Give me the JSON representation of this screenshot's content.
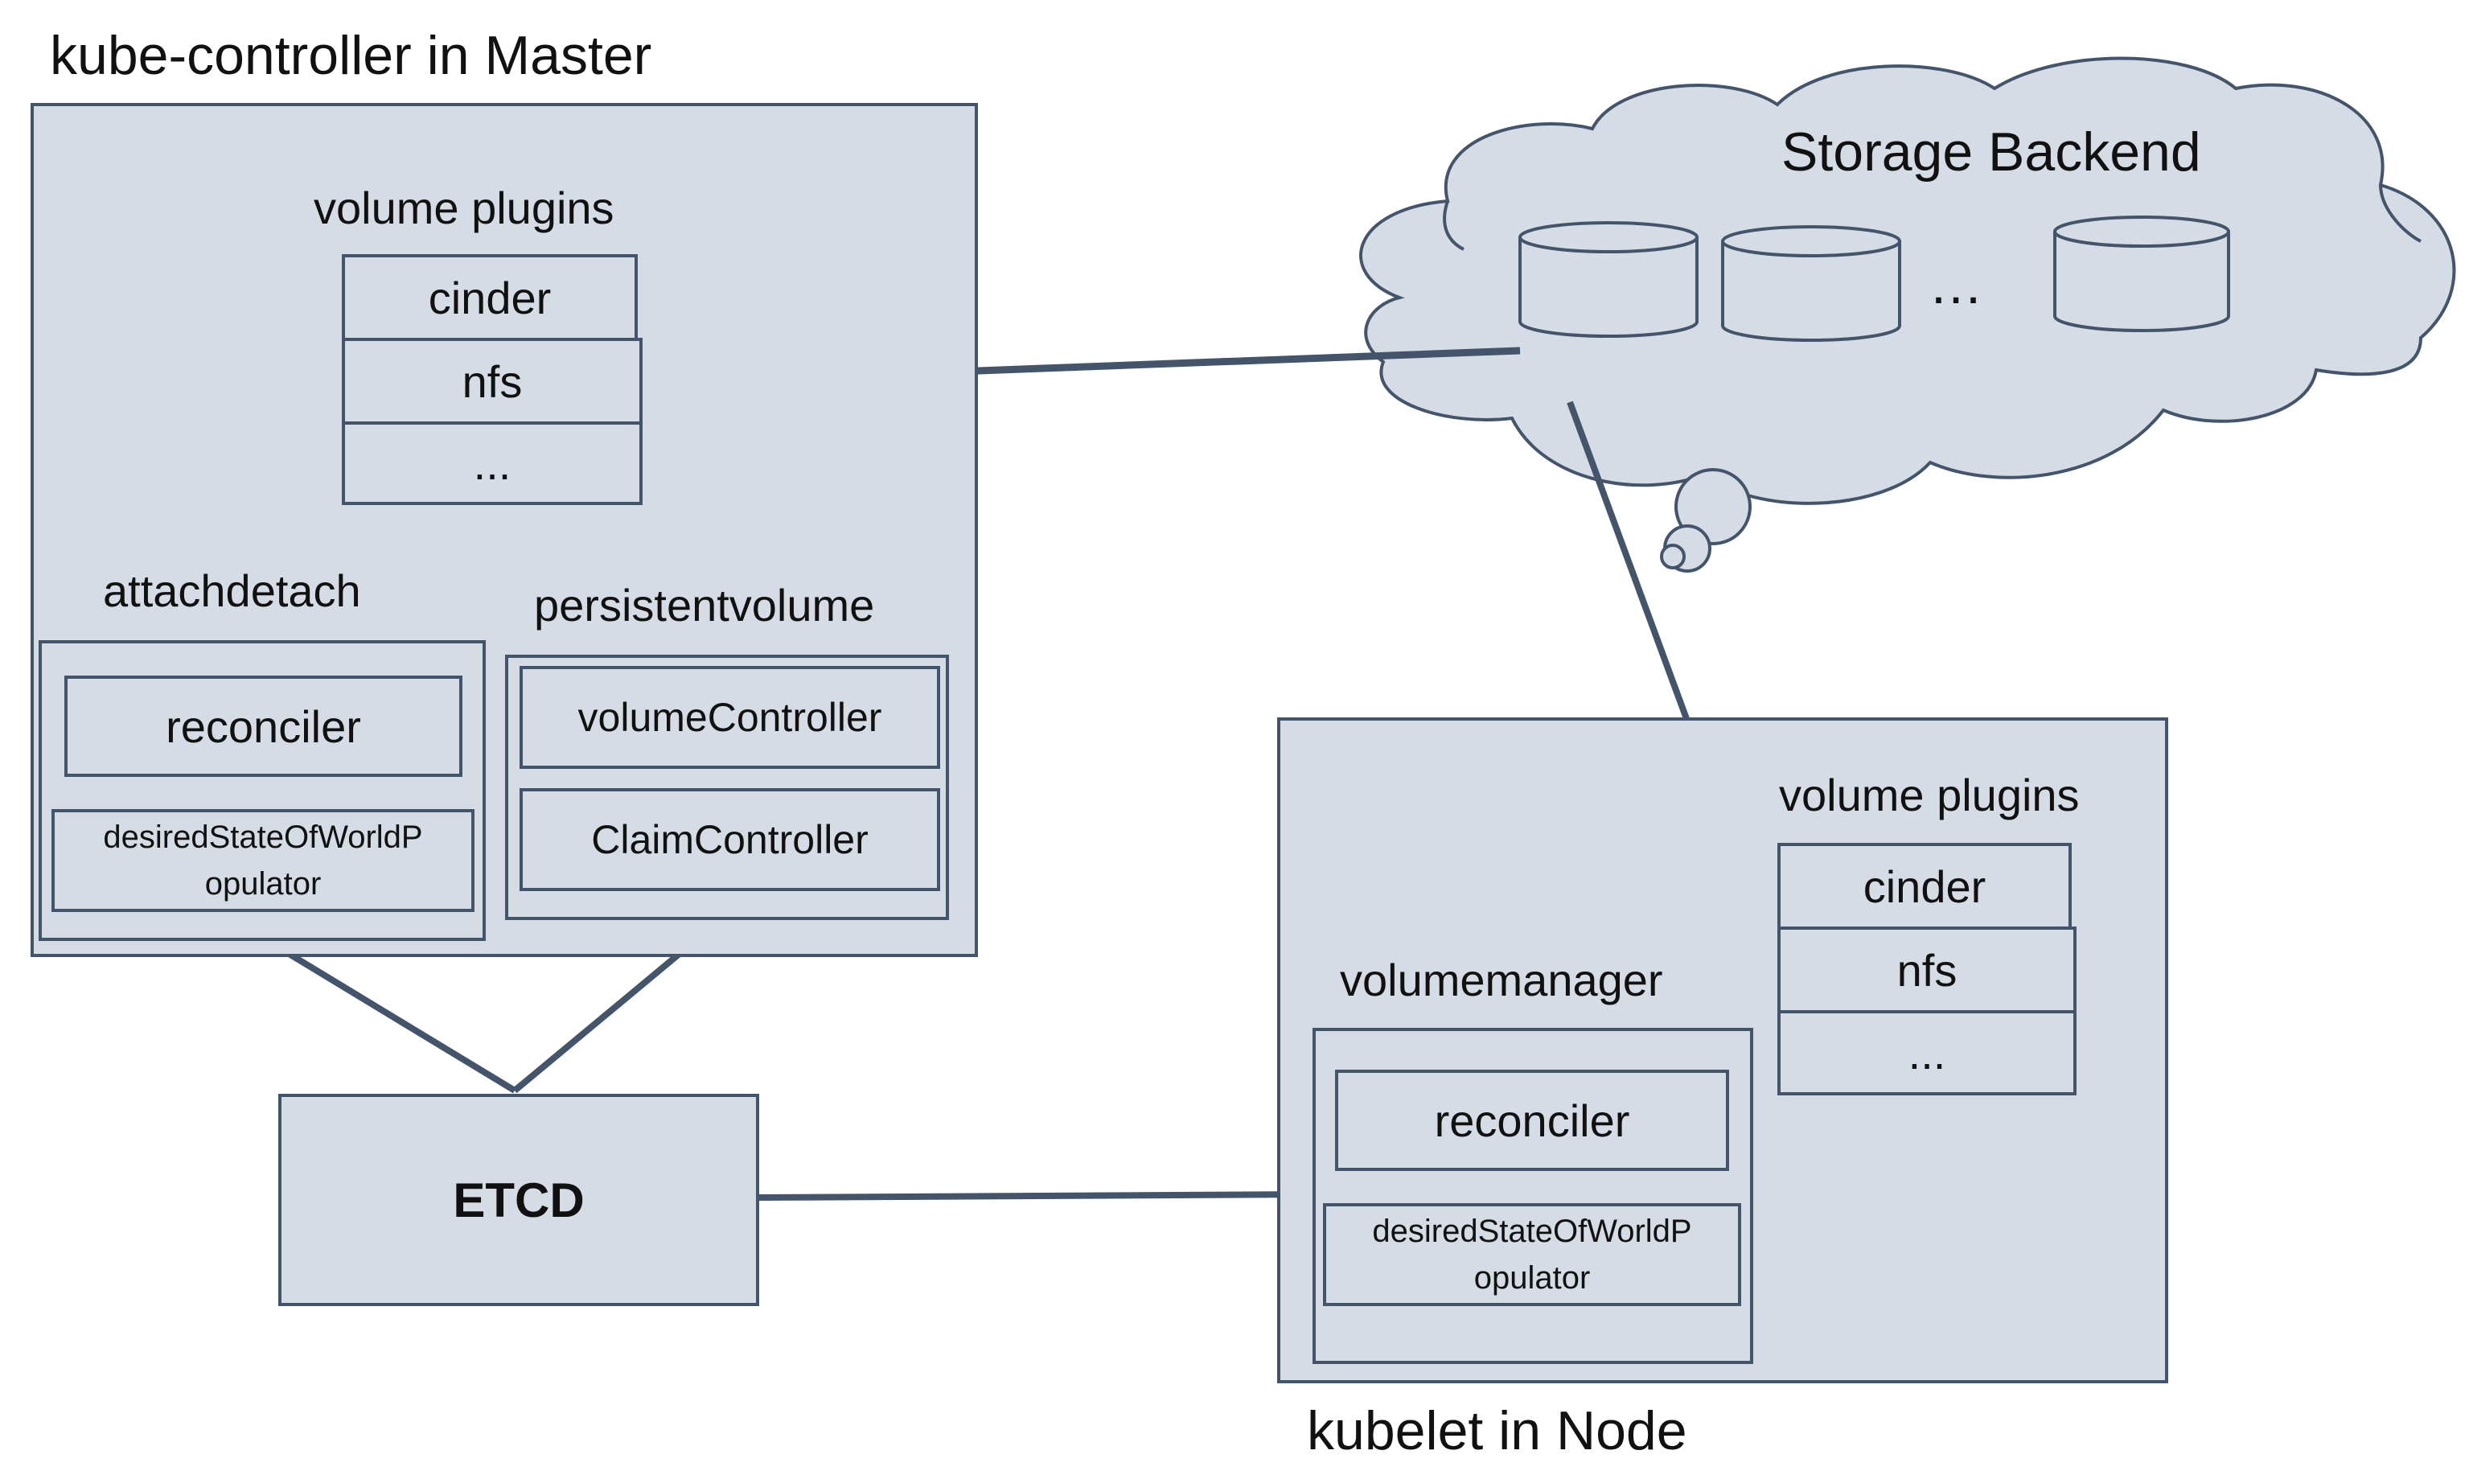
{
  "master": {
    "title": "kube-controller in Master",
    "plugins": {
      "heading": "volume plugins",
      "items": [
        "cinder",
        "nfs",
        "..."
      ]
    },
    "attachdetach": {
      "heading": "attachdetach",
      "reconciler": "reconciler",
      "populator": "desiredStateOfWorldP opulator"
    },
    "persistentvolume": {
      "heading": "persistentvolume",
      "volume_controller": "volumeController",
      "claim_controller": "ClaimController"
    }
  },
  "etcd": {
    "label": "ETCD"
  },
  "node": {
    "title": "kubelet in Node",
    "plugins": {
      "heading": "volume plugins",
      "items": [
        "cinder",
        "nfs",
        "..."
      ]
    },
    "volumemanager": {
      "heading": "volumemanager",
      "reconciler": "reconciler",
      "populator": "desiredStateOfWorldP opulator"
    }
  },
  "storage": {
    "title": "Storage Backend",
    "ellipsis": "…"
  },
  "colors": {
    "fill": "#d6dce5",
    "stroke": "#44546a",
    "line": "#44546a",
    "text": "#111111"
  }
}
